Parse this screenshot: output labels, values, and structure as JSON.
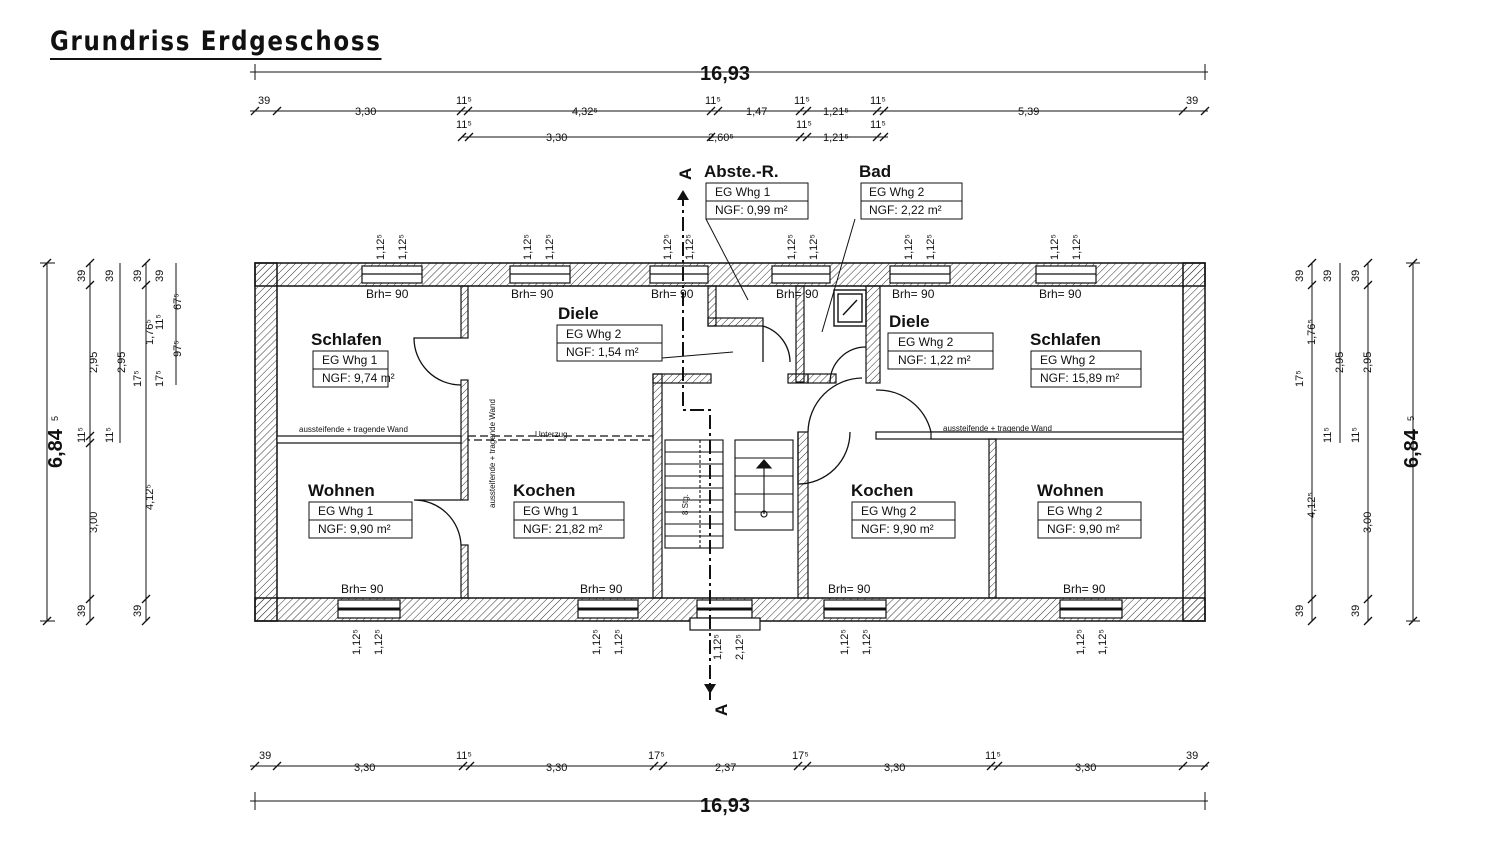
{
  "title": "Grundriss Erdgeschoss",
  "overall_width": "16,93",
  "overall_depth": "6,84",
  "overall_depth_sup": "5",
  "rooms": [
    {
      "name": "Schlafen",
      "unit": "EG Whg 1",
      "area": "NGF: 9,74 m²"
    },
    {
      "name": "Diele",
      "unit": "EG Whg 2",
      "area": "NGF: 1,54 m²"
    },
    {
      "name": "Abste.-R.",
      "unit": "EG Whg 1",
      "area": "NGF: 0,99 m²"
    },
    {
      "name": "Bad",
      "unit": "EG Whg 2",
      "area": "NGF: 2,22 m²"
    },
    {
      "name": "Diele",
      "unit": "EG Whg 2",
      "area": "NGF: 1,22 m²"
    },
    {
      "name": "Schlafen",
      "unit": "EG Whg 2",
      "area": "NGF: 15,89 m²"
    },
    {
      "name": "Wohnen",
      "unit": "EG Whg 1",
      "area": "NGF: 9,90 m²"
    },
    {
      "name": "Kochen",
      "unit": "EG Whg 1",
      "area": "NGF: 21,82 m²"
    },
    {
      "name": "Kochen",
      "unit": "EG Whg 2",
      "area": "NGF: 9,90 m²"
    },
    {
      "name": "Wohnen",
      "unit": "EG Whg 2",
      "area": "NGF: 9,90 m²"
    }
  ],
  "top_dims_row1": [
    "39",
    "3,30",
    "11⁵",
    "4,32⁵",
    "11⁵",
    "1,47",
    "11⁵",
    "1,21⁵",
    "11⁵",
    "5,39",
    "39"
  ],
  "top_dims_row2": [
    "11⁵",
    "3,30",
    "2,60⁵",
    "11⁵",
    "1,21⁵",
    "11⁵"
  ],
  "bottom_dims": [
    "39",
    "3,30",
    "11⁵",
    "3,30",
    "17⁵",
    "2,37",
    "17⁵",
    "3,30",
    "11⁵",
    "3,30",
    "39"
  ],
  "left_dims_a": [
    "39",
    "2,95",
    "11⁵",
    "3,00",
    "39"
  ],
  "left_dims_b": [
    "39",
    "2,95",
    "11⁵",
    "4,12⁵",
    "39"
  ],
  "left_dims_c": [
    "39",
    "1,76⁵",
    "17⁵",
    "11⁵"
  ],
  "left_dims_d": [
    "39",
    "97⁵",
    "67⁵",
    "11⁵",
    "17⁵"
  ],
  "right_dims_a": [
    "39",
    "1,76⁵",
    "17⁵",
    "11⁵",
    "4,12⁵",
    "39"
  ],
  "right_dims_b": [
    "39",
    "2,95",
    "11⁵",
    "3,00",
    "39"
  ],
  "window_dims": [
    "1,12⁵",
    "1,12⁵"
  ],
  "door_dims": [
    "1,12⁵",
    "2,12⁵"
  ],
  "brh_label": "Brh= 90",
  "wall_label": "aussteifende + tragende Wand",
  "beam_label": "Unterzug",
  "section_label": "A",
  "stair_label": "8 Stg."
}
